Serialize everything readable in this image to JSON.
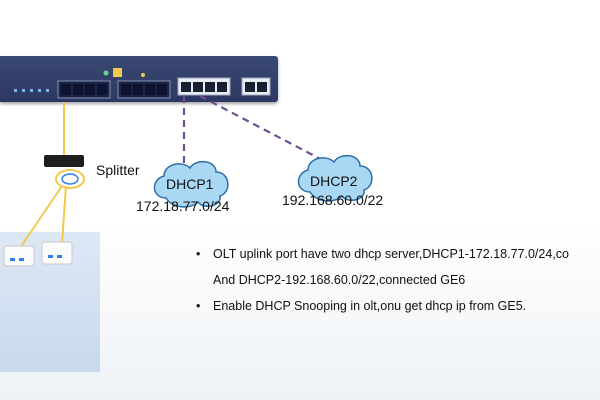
{
  "splitter": {
    "label": "Splitter"
  },
  "dhcp_servers": [
    {
      "name": "DHCP1",
      "ip": "172.18.77.0/24"
    },
    {
      "name": "DHCP2",
      "ip": "192.168.60.0/22"
    }
  ],
  "notes": {
    "bullet": "•",
    "items": [
      {
        "lines": [
          "OLT uplink port have two dhcp server,DHCP1-172.18.77.0/24,co",
          "And DHCP2-192.168.60.0/22,connected GE6"
        ]
      },
      {
        "lines": [
          "Enable DHCP Snooping in olt,onu get dhcp ip from GE5."
        ]
      }
    ]
  },
  "colors": {
    "cloud_fill": "#a9d8f5",
    "cloud_stroke": "#2f6fa6",
    "dashed_link": "#6e4f93",
    "fiber": "#f2c94c",
    "olt_body": "#2f3b66"
  },
  "icons": [
    "olt-device-icon",
    "splitter-icon",
    "onu-icon",
    "cloud-icon"
  ]
}
